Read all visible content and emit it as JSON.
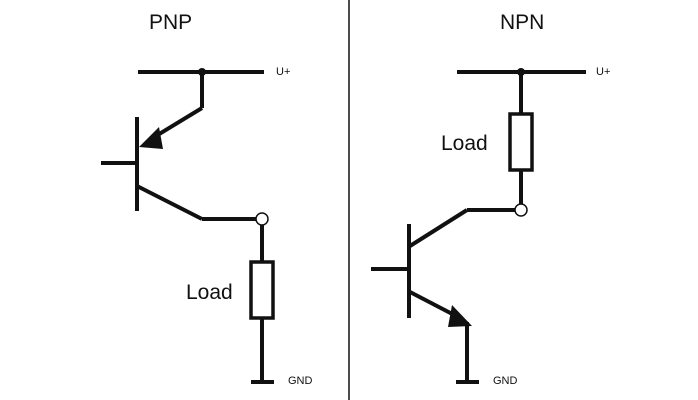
{
  "pnp": {
    "title": "PNP",
    "supply_label": "U+",
    "load_label": "Load",
    "ground_label": "GND"
  },
  "npn": {
    "title": "NPN",
    "supply_label": "U+",
    "load_label": "Load",
    "ground_label": "GND"
  },
  "colors": {
    "line": "#111111",
    "background": "#ffffff"
  }
}
